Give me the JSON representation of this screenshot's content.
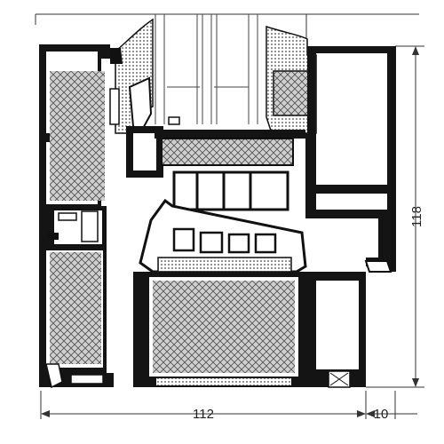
{
  "colors": {
    "profile": "#111111",
    "insulation": "#c8c8c8",
    "hatch": "#6a6a6a",
    "gasket": "#7a7a7a",
    "dimension": "#333333",
    "background": "#ffffff"
  },
  "dimensions": {
    "width_main": "112",
    "width_side": "10",
    "height": "118"
  }
}
